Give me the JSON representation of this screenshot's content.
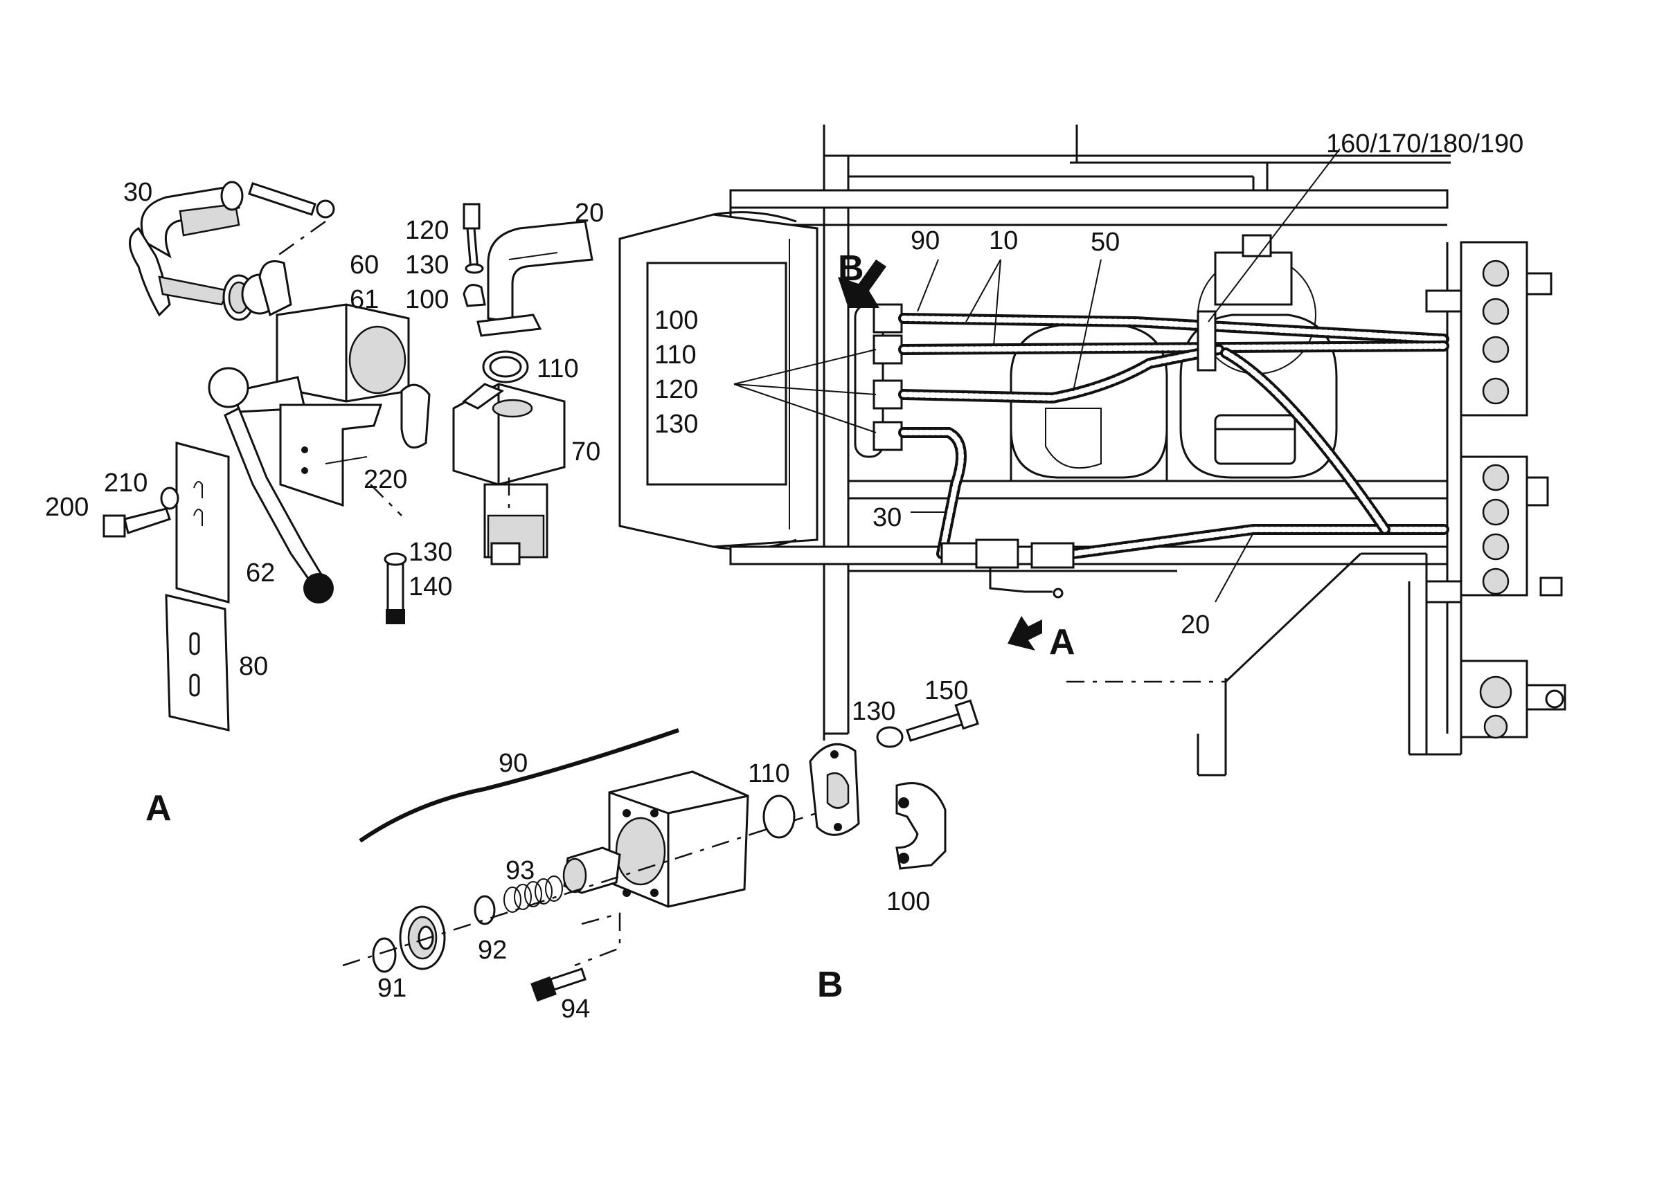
{
  "view_letters": {
    "view_a": "A",
    "view_b": "B",
    "arrow_a": "A",
    "arrow_b": "B"
  },
  "detail_a_labels": {
    "l30": "30",
    "l20": "20",
    "l120": "120",
    "l130": "130",
    "l100": "100",
    "l60": "60",
    "l61": "61",
    "l110": "110",
    "l70": "70",
    "l220": "220",
    "l210": "210",
    "l200": "200",
    "l62": "62",
    "l130b": "130",
    "l140": "140",
    "l80": "80"
  },
  "main_view_labels": {
    "l160_190": "160/170/180/190",
    "l90": "90",
    "l10": "10",
    "l50": "50",
    "l100": "100",
    "l110": "110",
    "l120": "120",
    "l130": "130",
    "l30": "30",
    "l20": "20"
  },
  "detail_b_labels": {
    "l150": "150",
    "l130": "130",
    "l90": "90",
    "l110": "110",
    "l93": "93",
    "l92": "92",
    "l91": "91",
    "l94": "94",
    "l100": "100"
  }
}
